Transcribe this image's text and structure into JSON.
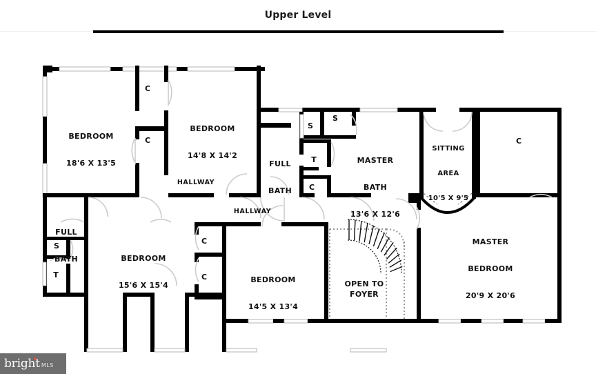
{
  "header": {
    "title": "Upper Level"
  },
  "watermark": {
    "brand": "bright",
    "suffix": "MLS"
  },
  "rooms": [
    {
      "id": "bedroom-1",
      "name": "BEDROOM",
      "dims": "18'6 X 13'5"
    },
    {
      "id": "bedroom-2",
      "name": "BEDROOM",
      "dims": "14'8 X 14'2"
    },
    {
      "id": "full-bath-upper",
      "name": "FULL\nBATH",
      "dims": ""
    },
    {
      "id": "master-bath",
      "name": "MASTER\nBATH",
      "dims": "13'6 X 12'6"
    },
    {
      "id": "sitting-area",
      "name": "SITTING\nAREA",
      "dims": "10'5 X 9'5"
    },
    {
      "id": "master-bedroom",
      "name": "MASTER\nBEDROOM",
      "dims": "20'9 X 20'6"
    },
    {
      "id": "full-bath-lower",
      "name": "FULL\nBATH",
      "dims": ""
    },
    {
      "id": "bedroom-3",
      "name": "BEDROOM",
      "dims": "15'6 X 15'4"
    },
    {
      "id": "bedroom-4",
      "name": "BEDROOM",
      "dims": "14'5 X 13'4"
    }
  ],
  "labels": {
    "bedroom_1_name": "BEDROOM",
    "bedroom_1_dims": "18'6 X 13'5",
    "bedroom_2_name": "BEDROOM",
    "bedroom_2_dims": "14'8 X 14'2",
    "full_bath_upper_l1": "FULL",
    "full_bath_upper_l2": "BATH",
    "master_bath_l1": "MASTER",
    "master_bath_l2": "BATH",
    "master_bath_dims": "13'6 X 12'6",
    "sitting_l1": "SITTING",
    "sitting_l2": "AREA",
    "sitting_dims": "10'5 X 9'5",
    "master_bed_l1": "MASTER",
    "master_bed_l2": "BEDROOM",
    "master_bed_dims": "20'9 X 20'6",
    "full_bath_lower_l1": "FULL",
    "full_bath_lower_l2": "BATH",
    "bedroom_3_name": "BEDROOM",
    "bedroom_3_dims": "15'6 X 15'4",
    "bedroom_4_name": "BEDROOM",
    "bedroom_4_dims": "14'5 X 13'4",
    "hallway_upper": "HALLWAY",
    "hallway_lower": "HALLWAY",
    "foyer_l1": "OPEN",
    "foyer_l2": "TO",
    "foyer_l3": "FOYER"
  },
  "fixtures": [
    {
      "id": "closet-bed1-top",
      "code": "C"
    },
    {
      "id": "closet-bed1-bottom",
      "code": "C"
    },
    {
      "id": "shower-upperbath",
      "code": "S"
    },
    {
      "id": "shower-masterbath",
      "code": "S"
    },
    {
      "id": "toilet-upperbath",
      "code": "T"
    },
    {
      "id": "closet-upperbath",
      "code": "C"
    },
    {
      "id": "closet-master",
      "code": "C"
    },
    {
      "id": "shower-lowerbath",
      "code": "S"
    },
    {
      "id": "toilet-lowerbath",
      "code": "T"
    },
    {
      "id": "closet-bed3-top",
      "code": "C"
    },
    {
      "id": "closet-bed3-bottom",
      "code": "C"
    }
  ],
  "fixture_codes": {
    "closet": "C",
    "shower": "S",
    "toilet": "T"
  },
  "colors": {
    "wall": "#000000",
    "window_fill": "#ffffff",
    "window_stroke": "#b4b4b4",
    "door_swing": "#cfcfcf",
    "background": "#ffffff",
    "text": "#111111",
    "watermark_bg": "#6e6e6e",
    "watermark_accent": "#d4544c"
  }
}
